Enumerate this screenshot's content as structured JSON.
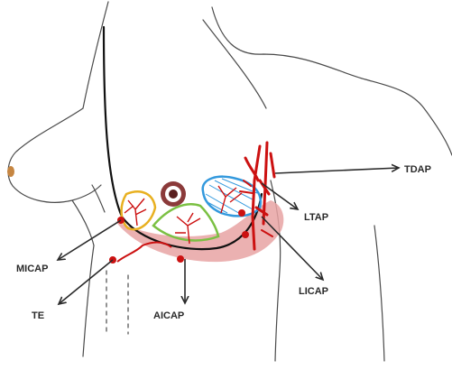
{
  "labels": {
    "tdap": "TDAP",
    "ltap": "LTAP",
    "licap": "LICAP",
    "micap": "MICAP",
    "te": "TE",
    "aicap": "AICAP"
  },
  "colors": {
    "outline": "#4a4a4a",
    "skin_shade": "#e7a3a3",
    "vessel": "#cc1111",
    "zone_yellow": "#e8b020",
    "zone_green": "#7bc043",
    "zone_blue": "#3399dd",
    "nipple": "#c68642",
    "areola": "#7a3b3b",
    "arrow": "#2a2a2a"
  }
}
